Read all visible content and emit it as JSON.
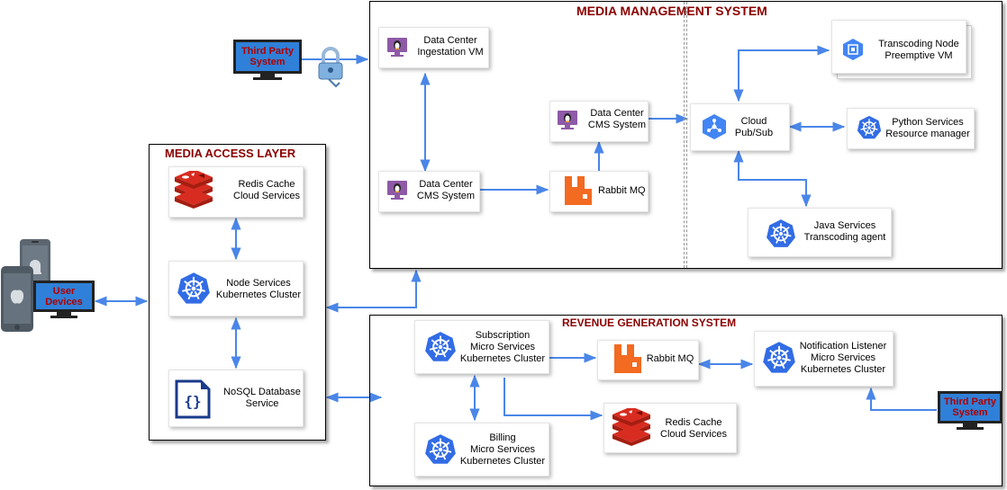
{
  "groups": {
    "media_management": "MEDIA MANAGEMENT SYSTEM",
    "media_access": "MEDIA ACCESS LAYER",
    "revenue": "REVENUE GENERATION SYSTEM"
  },
  "nodes": {
    "third_party_top": [
      "Third Party",
      "System"
    ],
    "third_party_right": [
      "Third Party",
      "System"
    ],
    "user_devices": [
      "User",
      "Devices"
    ],
    "ingest_vm": [
      "Data Center",
      "Ingestation VM"
    ],
    "cms_upper": [
      "Data Center",
      "CMS System"
    ],
    "cms_lower": [
      "Data Center",
      "CMS System"
    ],
    "rabbit_mms": [
      "Rabbit MQ"
    ],
    "pubsub": [
      "Cloud",
      "Pub/Sub"
    ],
    "transcoding_node": [
      "Transcoding Node",
      "Preemptive VM"
    ],
    "python_services": [
      "Python Services",
      "Resource manager"
    ],
    "java_services": [
      "Java Services",
      "Transcoding agent"
    ],
    "redis_access": [
      "Redis Cache",
      "Cloud Services"
    ],
    "node_services": [
      "Node Services",
      "Kubernetes Cluster"
    ],
    "nosql": [
      "NoSQL Database",
      "Service"
    ],
    "subscription": [
      "Subscription",
      "Micro Services",
      "Kubernetes Cluster"
    ],
    "rabbit_rev": [
      "Rabbit MQ"
    ],
    "notification": [
      "Notification Listener",
      "Micro Services",
      "Kubernetes Cluster"
    ],
    "billing": [
      "Billing",
      "Micro Services",
      "Kubernetes Cluster"
    ],
    "redis_rev": [
      "Redis Cache",
      "Cloud Services"
    ]
  },
  "colors": {
    "connector": "#4a86e8",
    "group_title": "#8b0000",
    "kubernetes": "#326ce5",
    "redis": "#c9302c",
    "rabbit": "#f36a21",
    "linux_vm": "#8e5aa7",
    "monitor_screen": "#2f80d8"
  },
  "icons": {
    "linux_vm": "linux-vm-icon",
    "kubernetes": "kubernetes-icon",
    "redis": "redis-icon",
    "rabbit": "rabbitmq-icon",
    "pubsub": "pubsub-icon",
    "compute": "compute-engine-icon",
    "nosql": "nosql-database-icon",
    "lock": "lock-icon",
    "phone": "phone-icon"
  }
}
